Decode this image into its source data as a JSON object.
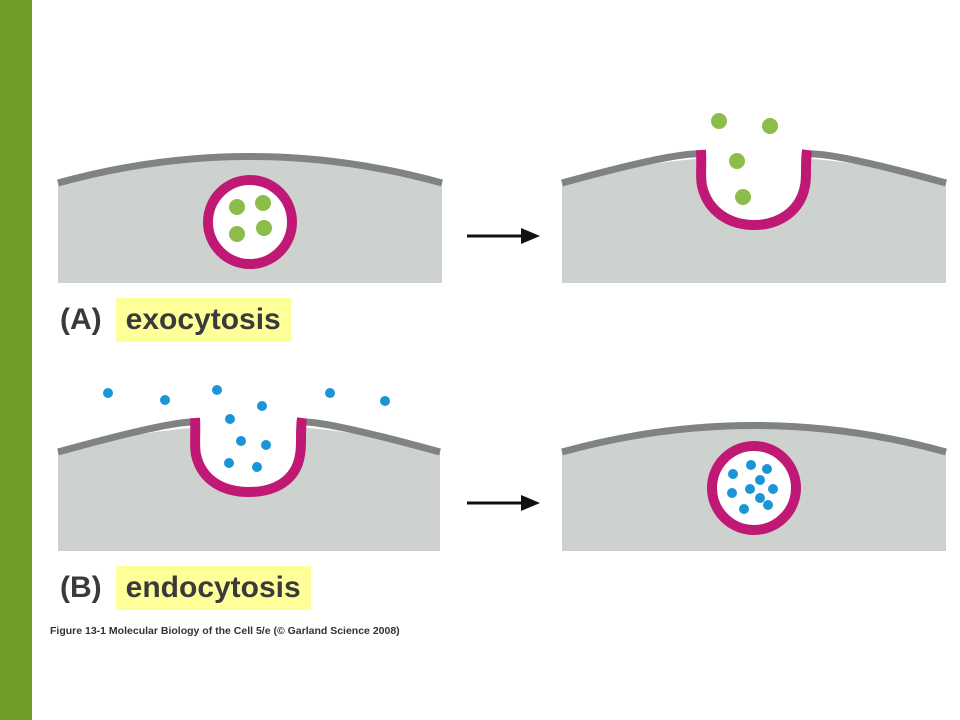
{
  "figure": {
    "caption": "Figure 13-1  Molecular Biology of the Cell 5/e (© Garland Science 2008)",
    "colors": {
      "side_bar": "#6f9c27",
      "cell": "#cdd2cf",
      "membrane": "#7f8482",
      "vesicle": "#c01875",
      "exo_cargo": "#8cbc4a",
      "endo_cargo": "#1a95d8",
      "label_highlight": "#ffff9a",
      "arrow": "#111111"
    }
  },
  "panel_a": {
    "letter": "(A)",
    "word": "exocytosis",
    "icons": [
      "arrow-right-icon"
    ]
  },
  "panel_b": {
    "letter": "(B)",
    "word": "endocytosis",
    "icons": [
      "arrow-right-icon"
    ]
  }
}
